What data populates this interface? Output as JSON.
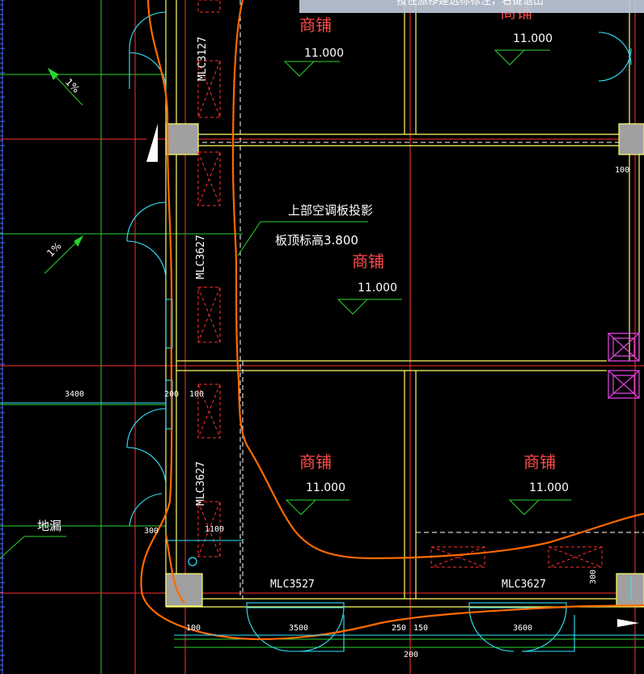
{
  "tooltip": {
    "text": "按住旅移建选标标注，右键退出"
  },
  "rooms": [
    {
      "name": "商铺",
      "elev": "11.000"
    },
    {
      "name": "商铺",
      "elev": "11.000"
    },
    {
      "name": "商铺",
      "elev": "11.000"
    },
    {
      "name": "商铺",
      "elev": "11.000"
    },
    {
      "name": "商铺",
      "elev": "11.000"
    }
  ],
  "annotations": {
    "ac_projection": "上部空调板投影",
    "slab_elev": "板顶标高3.800",
    "floor_drain": "地漏"
  },
  "slopes": [
    "1%",
    "1%"
  ],
  "windows": {
    "w1": "MLC3127",
    "w2": "MLC3627",
    "w3": "MLC3627",
    "w4": "MLC3527",
    "w5": "MLC3627"
  },
  "dims": {
    "d3400": "3400",
    "d200": "200",
    "d100a": "100",
    "d300a": "300",
    "d1100": "1100",
    "d100b": "100",
    "d3500": "3500",
    "d250": "250",
    "d150": "150",
    "d200b": "200",
    "d3600": "3600",
    "d300b": "300",
    "d100c": "100"
  },
  "colors": {
    "background": "#000000",
    "wall": "#ffff66",
    "door": "#33e6ff",
    "axis": "#ff3030",
    "markup": "#ff6a00",
    "dimension": "#33ff33",
    "room_text": "#ff4a4a",
    "column": "#a0a0a0",
    "shaft": "#e040e0"
  }
}
